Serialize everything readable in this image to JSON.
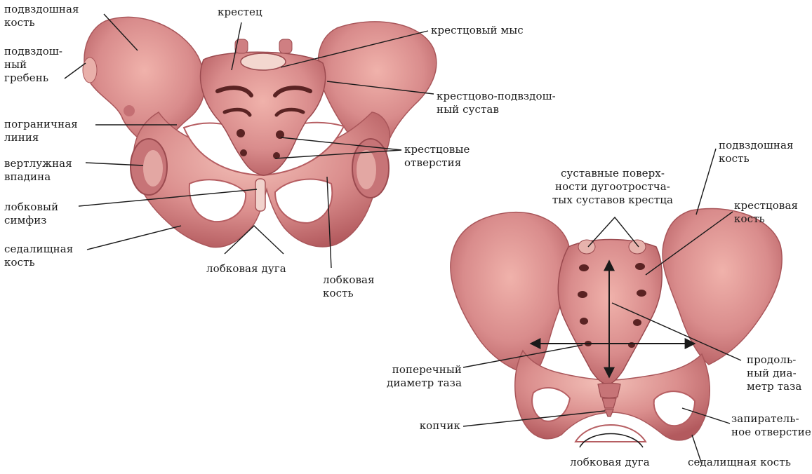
{
  "colors": {
    "bone_fill": "#d98c8c",
    "bone_dark": "#b65e62",
    "bone_light": "#f2c2bc",
    "hole": "#5a2323",
    "leader": "#1a1a1a"
  },
  "front_view": {
    "ilium": "подвздошная\nкость",
    "iliac_crest": "подвздош-\nный\nгребень",
    "sacrum": "крестец",
    "promontory": "крестцовый мыс",
    "sacroiliac_joint": "крестцово-подвздош-\nный сустав",
    "terminal_line": "пограничная\nлиния",
    "sacral_foramina": "крестцовые\nотверстия",
    "acetabulum": "вертлужная\nвпадина",
    "pubic_symphysis": "лобковый\nсимфиз",
    "ischium": "седалищная\nкость",
    "pubic_arch": "лобковая дуга",
    "pubis": "лобковая\nкость"
  },
  "back_view": {
    "ilium": "подвздошная\nкость",
    "facets": "суставные поверх-\nности дугоотростча-\nтых суставов крестца",
    "sacral_bone": "крестцовая\nкость",
    "transverse_diameter": "поперечный\nдиаметр таза",
    "longitudinal_diameter": "продоль-\nный диа-\nметр таза",
    "coccyx": "копчик",
    "obturator_foramen": "запиратель-\nное отверстие",
    "pubic_arch": "лобковая дуга",
    "ischium": "седалищная кость"
  }
}
